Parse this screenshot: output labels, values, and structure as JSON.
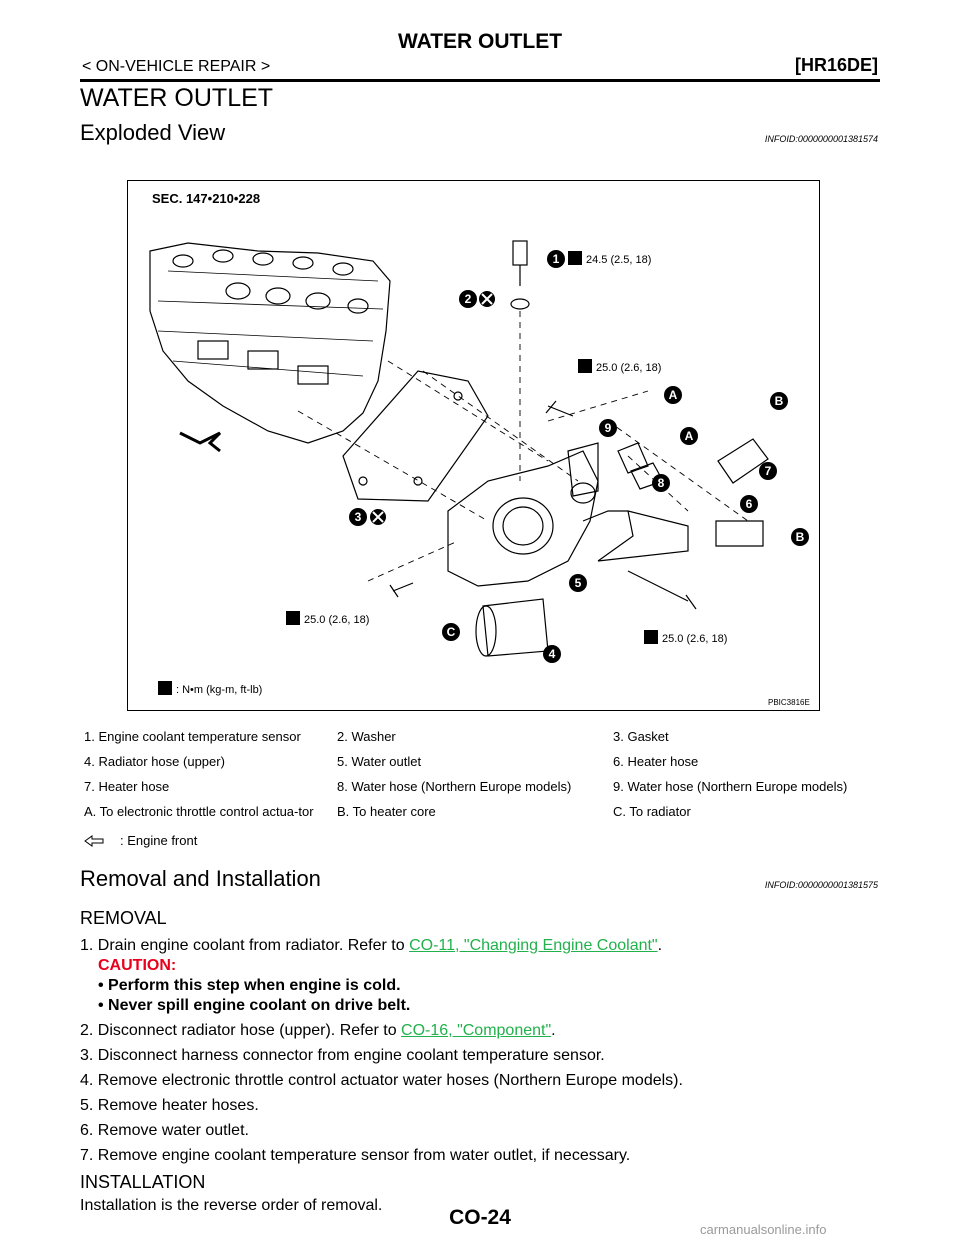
{
  "header": {
    "title": "WATER OUTLET",
    "section": "< ON-VEHICLE REPAIR >",
    "engine": "[HR16DE]"
  },
  "page_heading": "WATER OUTLET",
  "exploded_view": {
    "heading": "Exploded View",
    "infoid": "INFOID:0000000001381574",
    "figure": {
      "sec_label": "SEC. 147•210•228",
      "torque_1": "24.5 (2.5, 18)",
      "torque_bolt_top": "25.0 (2.6, 18)",
      "torque_bolt_left": "25.0 (2.6, 18)",
      "torque_bolt_right": "25.0 (2.6, 18)",
      "unit_legend": ": N•m (kg-m, ft-lb)",
      "figure_code": "PBIC3816E",
      "callouts": [
        "1",
        "2",
        "3",
        "4",
        "5",
        "6",
        "7",
        "8",
        "9",
        "A",
        "A",
        "B",
        "B",
        "C"
      ]
    },
    "legend": [
      [
        "1. Engine coolant temperature sensor",
        "2. Washer",
        "3. Gasket"
      ],
      [
        "4. Radiator hose (upper)",
        "5. Water outlet",
        "6. Heater hose"
      ],
      [
        "7. Heater hose",
        "8. Water hose (Northern Europe models)",
        "9. Water hose (Northern Europe models)"
      ],
      [
        "A. To electronic throttle control actua-tor",
        "B. To heater core",
        "C. To radiator"
      ]
    ],
    "front_label": ": Engine front"
  },
  "removal_installation": {
    "heading": "Removal and Installation",
    "infoid": "INFOID:0000000001381575",
    "removal_heading": "REMOVAL",
    "step1_text": "1. Drain engine coolant from radiator. Refer to ",
    "step1_link": "CO-11, \"Changing Engine Coolant\"",
    "step1_end": ".",
    "caution_label": "CAUTION:",
    "caution_1": "• Perform this step when engine is cold.",
    "caution_2": "• Never spill engine coolant on drive belt.",
    "step2_text": "2. Disconnect radiator hose (upper). Refer to ",
    "step2_link": "CO-16, \"Component\"",
    "step2_end": ".",
    "step3": "3. Disconnect harness connector from engine coolant temperature sensor.",
    "step4": "4. Remove electronic throttle control actuator water hoses (Northern Europe models).",
    "step5": "5. Remove heater hoses.",
    "step6": "6. Remove water outlet.",
    "step7": "7. Remove engine coolant temperature sensor from water outlet, if necessary.",
    "installation_heading": "INSTALLATION",
    "installation_text": "Installation is the reverse order of removal."
  },
  "footer": {
    "page": "CO-24",
    "watermark": "carmanualsonline.info"
  }
}
